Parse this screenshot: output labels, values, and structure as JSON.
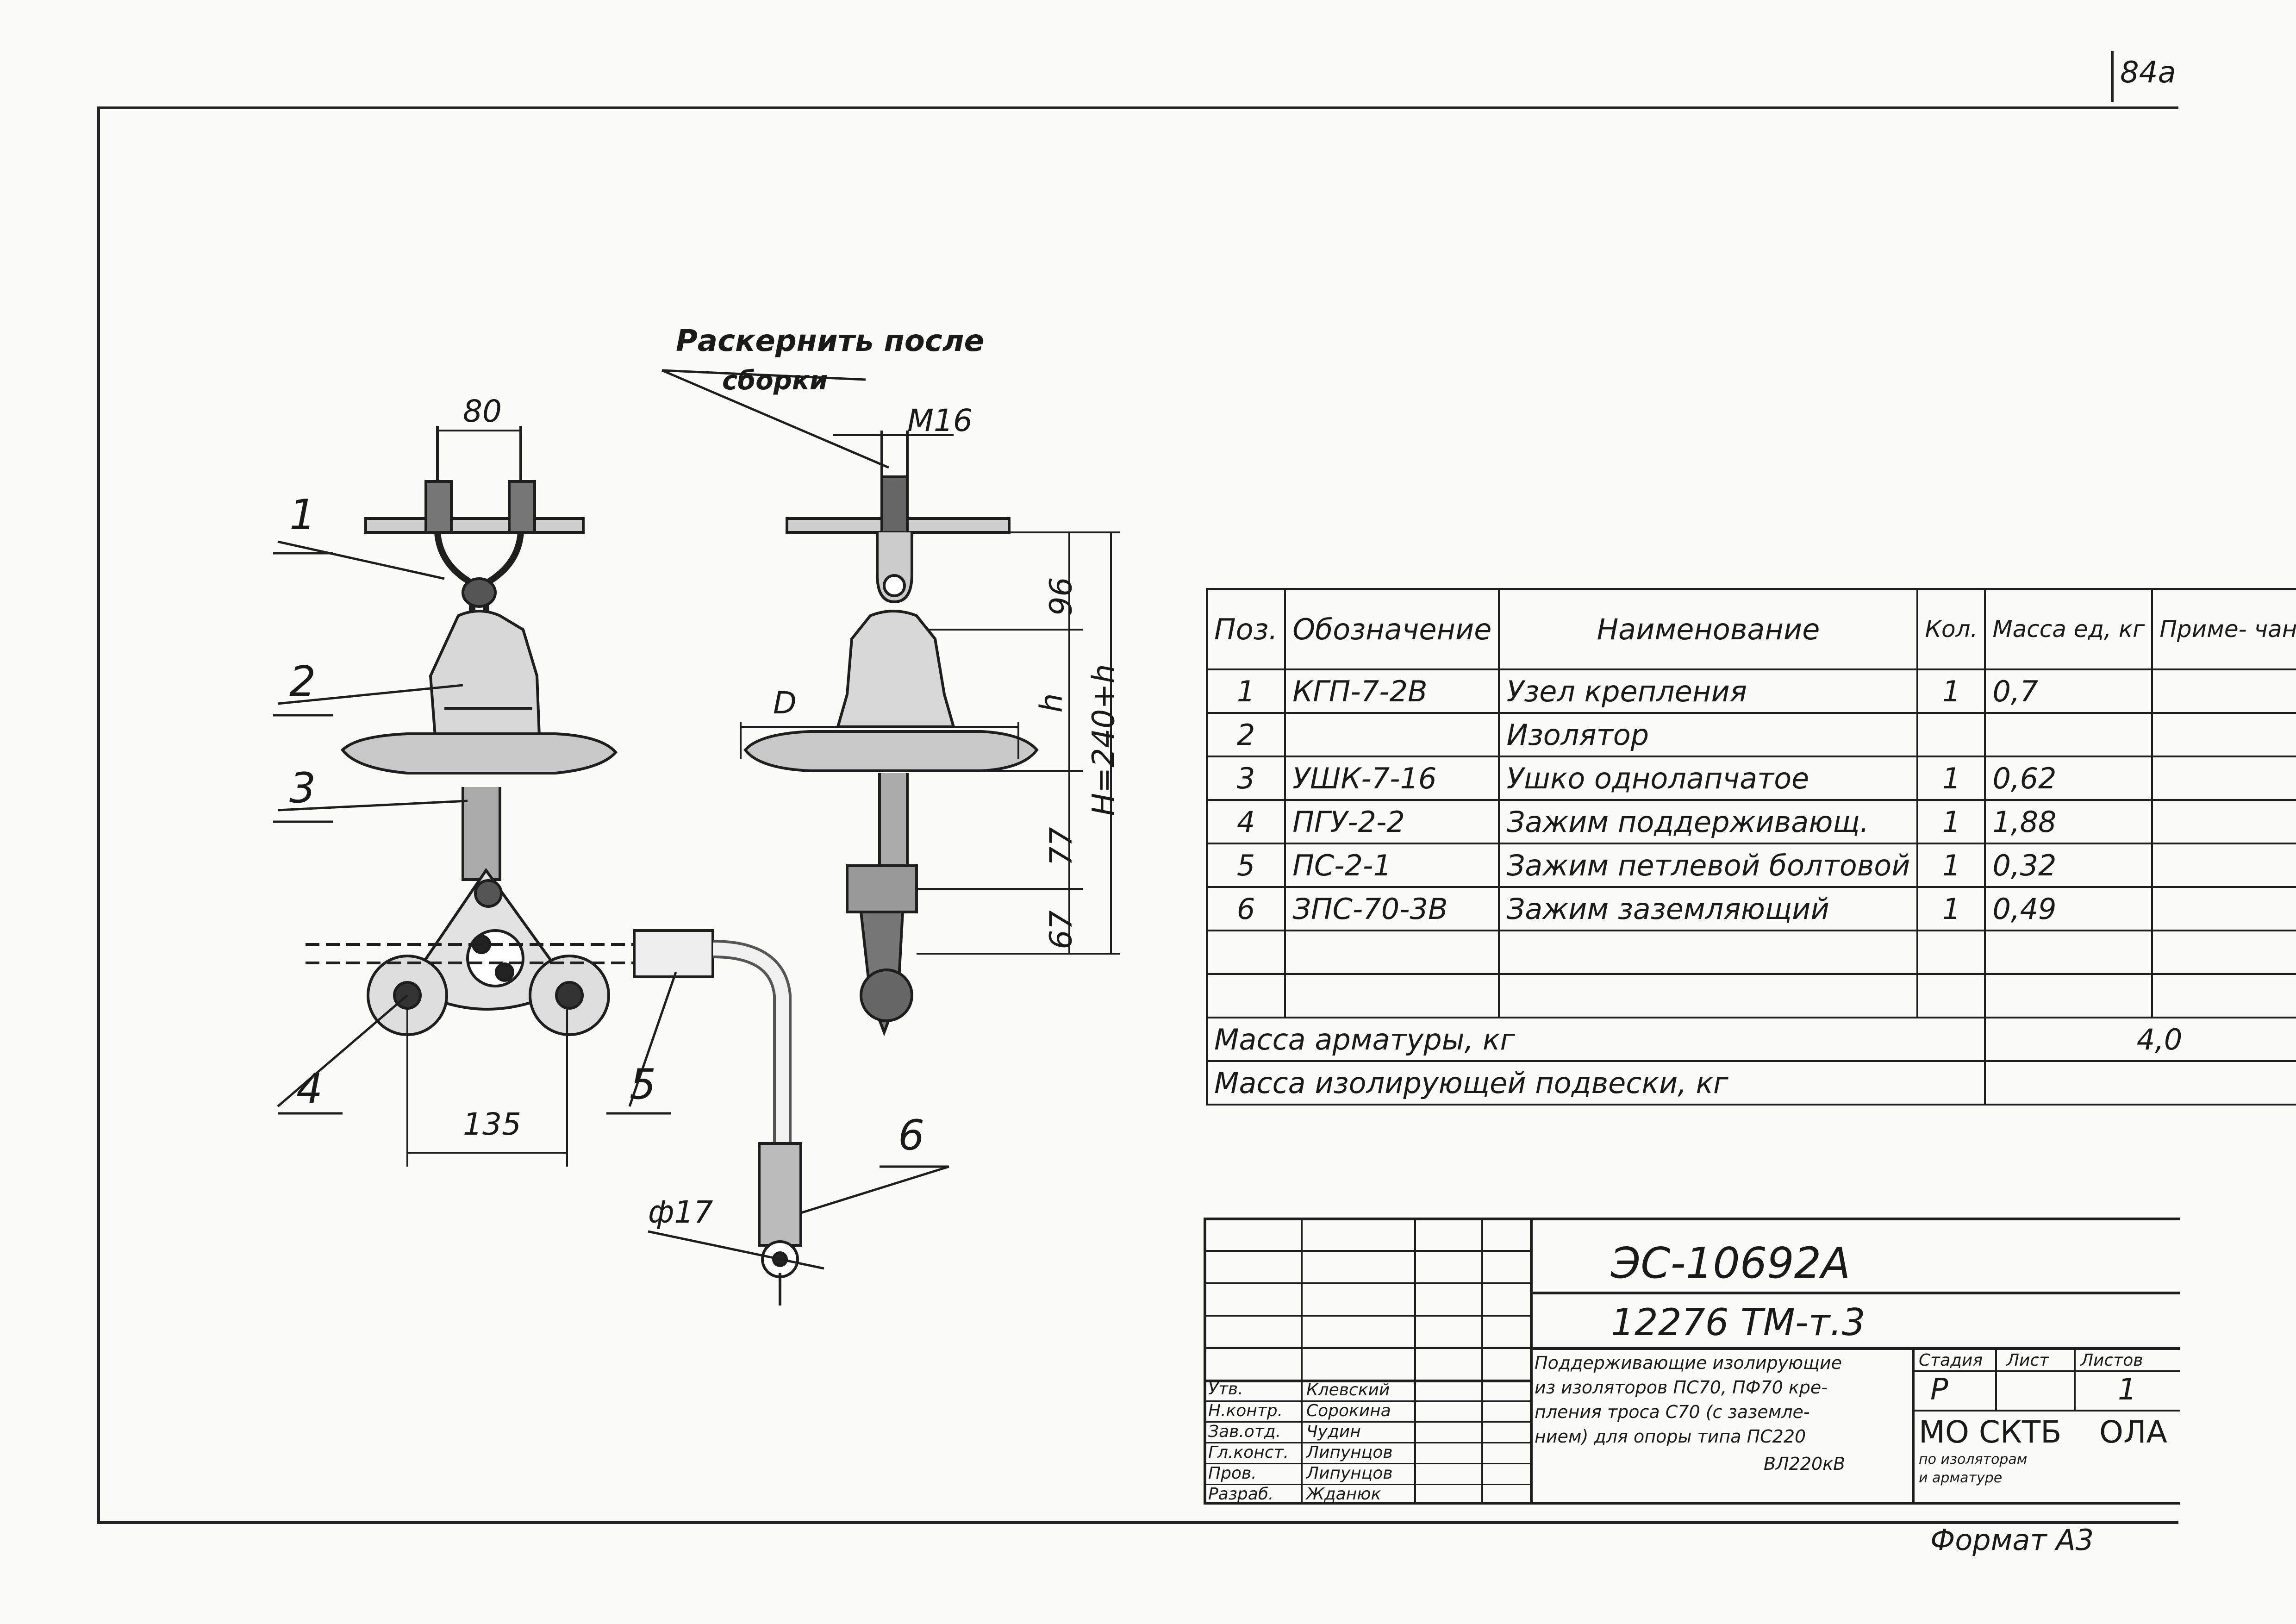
{
  "sheet_number": "84а",
  "format_label": "Формат А3",
  "drawing": {
    "note": [
      "Раскернить после",
      "сборки"
    ],
    "dim_80": "80",
    "dim_m16": "М16",
    "dim_96": "96",
    "dim_h": "h",
    "dim_H": "H=240+h",
    "dim_77": "77",
    "dim_67": "67",
    "dim_D": "D",
    "dim_135": "135",
    "dim_phi17": "ф17",
    "callouts": [
      "1",
      "2",
      "3",
      "4",
      "5",
      "6"
    ]
  },
  "spec_table": {
    "headers": [
      "Поз.",
      "Обозначение",
      "Наименование",
      "Кол.",
      "Масса ед, кг",
      "Приме- чание"
    ],
    "rows": [
      [
        "1",
        "КГП-7-2В",
        "Узел крепления",
        "1",
        "0,7",
        ""
      ],
      [
        "2",
        "",
        "Изолятор",
        "",
        "",
        ""
      ],
      [
        "3",
        "УШК-7-16",
        "Ушко однолапчатое",
        "1",
        "0,62",
        ""
      ],
      [
        "4",
        "ПГУ-2-2",
        "Зажим поддерживающ.",
        "1",
        "1,88",
        ""
      ],
      [
        "5",
        "ПС-2-1",
        "Зажим петлевой болтовой",
        "1",
        "0,32",
        ""
      ],
      [
        "6",
        "ЗПС-70-3В",
        "Зажим заземляющий",
        "1",
        "0,49",
        ""
      ],
      [
        "",
        "",
        "",
        "",
        "",
        ""
      ],
      [
        "",
        "",
        "",
        "",
        "",
        ""
      ]
    ],
    "mass_armature_label": "Масса арматуры, кг",
    "mass_armature_value": "4,0",
    "mass_suspension_label": "Масса изолирующей подвески, кг",
    "mass_suspension_value": ""
  },
  "title_block": {
    "code": "ЭС-10692А",
    "project": "12276 ТМ-т.3",
    "roles": [
      "Утв.",
      "Н.контр.",
      "Зав.отд.",
      "Гл.конст.",
      "Пров.",
      "Разраб."
    ],
    "names": [
      "Клевский",
      "Сорокина",
      "Чудин",
      "Липунцов",
      "Липунцов",
      "Жданюк"
    ],
    "title_text": [
      "Поддерживающие изолирующие",
      "из изоляторов ПС70, ПФ70 кре-",
      "пления троса С70 (с заземле-",
      "нием) для опоры типа ПС220",
      "ВЛ220кВ"
    ],
    "stage_header": "Стадия",
    "sheet_header": "Лист",
    "sheets_header": "Листов",
    "stage": "Р",
    "sheet": "",
    "sheets": "1",
    "org": "МО СКТБ",
    "org_sub": [
      "по изоляторам",
      "и арматуре"
    ],
    "org_logo": "ОЛА"
  }
}
